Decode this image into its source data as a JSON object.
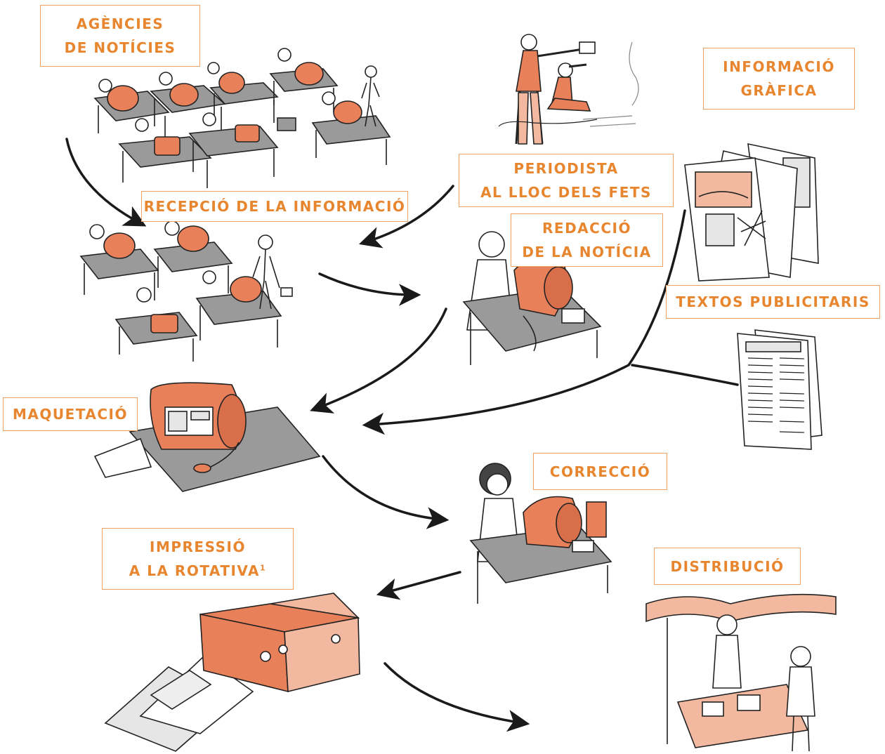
{
  "colors": {
    "label_text": "#e8862f",
    "label_border": "#f0a060",
    "accent_orange": "#e8805a",
    "accent_salmon": "#f2b8a0",
    "desk_gray": "#9a9a9a",
    "ink": "#1a1a1a"
  },
  "labels": {
    "agencies": {
      "line1": "AGÈNCIES",
      "line2": "DE NOTÍCIES"
    },
    "reception": "RECEPCIÓ DE LA INFORMACIÓ",
    "journalist": {
      "line1": "PERIODISTA",
      "line2": "AL LLOC DELS FETS"
    },
    "graphic_info": {
      "line1": "INFORMACIÓ",
      "line2": "GRÀFICA"
    },
    "writing": {
      "line1": "REDACCIÓ",
      "line2": "DE LA NOTÍCIA"
    },
    "advertising": "TEXTOS PUBLICITARIS",
    "layout": "MAQUETACIÓ",
    "proofreading": "CORRECCIÓ",
    "printing": {
      "line1": "IMPRESSIÓ",
      "line2": "A LA ROTATIVA",
      "footnote": "1"
    },
    "distribution": "DISTRIBUCIÓ"
  },
  "illustrations": [
    "newsroom-agency-illustration",
    "reception-office-illustration",
    "photographer-at-scene-illustration",
    "graphic-prints-illustration",
    "reporter-writing-illustration",
    "advertising-pages-illustration",
    "layout-computer-illustration",
    "proofreader-illustration",
    "rotary-press-illustration",
    "newsstand-distribution-illustration"
  ]
}
